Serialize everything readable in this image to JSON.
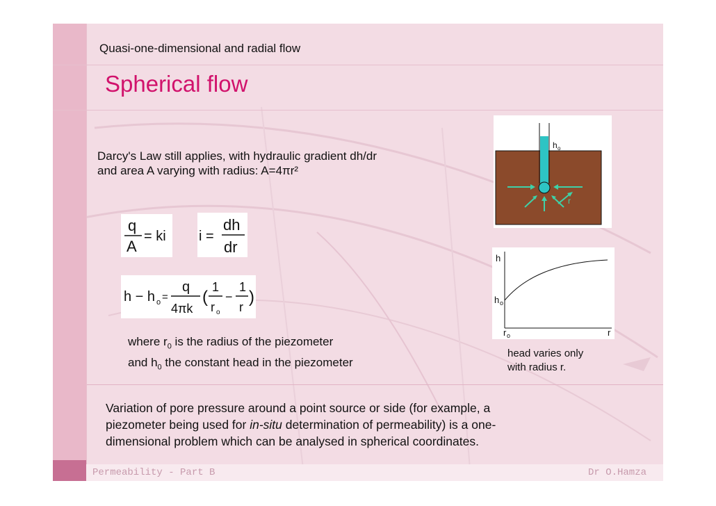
{
  "subtitle": "Quasi-one-dimensional and radial flow",
  "title": "Spherical flow",
  "intro_line1": "Darcy's Law still applies, with hydraulic gradient dh/dr",
  "intro_line2": "and area A varying with radius: A=4πr²",
  "equations": {
    "q": "q",
    "A": "A",
    "eq_ki": "= ki",
    "i_eq": "i =",
    "dh": "dh",
    "dr": "dr",
    "h_minus_h0": "h − h",
    "o_sub": "o",
    "eq_sign": "=",
    "q2": "q",
    "four_pi_k": "4πk",
    "one_a": "1",
    "r_o": "r",
    "minus": "−",
    "one_b": "1",
    "r": "r",
    "open_paren": "(",
    "close_paren": ")"
  },
  "where_line1_a": "where r",
  "where_line1_sub": "0",
  "where_line1_b": " is the radius of the piezometer",
  "where_line2_a": "and h",
  "where_line2_sub": "0",
  "where_line2_b": " the constant head in the piezometer",
  "head_note_line1": "head varies only",
  "head_note_line2": "with radius r.",
  "figure_labels": {
    "h0_top": "h",
    "h0_top_sub": "o",
    "r_arrow": "r",
    "axis_h": "h",
    "axis_h0": "h",
    "axis_h0_sub": "o",
    "axis_r0": "r",
    "axis_r0_sub": "o",
    "axis_r": "r"
  },
  "bottom_line1": "Variation of pore pressure around a point source or side (for example, a",
  "bottom_line2_a": "piezometer being used for ",
  "bottom_line2_italic": "in-situ",
  "bottom_line2_b": " determination of permeability) is a one-",
  "bottom_line3": "dimensional problem which can be analysed in spherical coordinates.",
  "footer_left": "Permeability - Part B",
  "footer_right": "Dr O.Hamza",
  "colors": {
    "title": "#d1126c",
    "slide_bg": "#f3dce4",
    "left_bar": "#e9b8c9",
    "soil": "#8b4a2b",
    "water": "#2ec4c4",
    "arrow": "#3fd1a8",
    "footer_text": "#c79aac"
  }
}
